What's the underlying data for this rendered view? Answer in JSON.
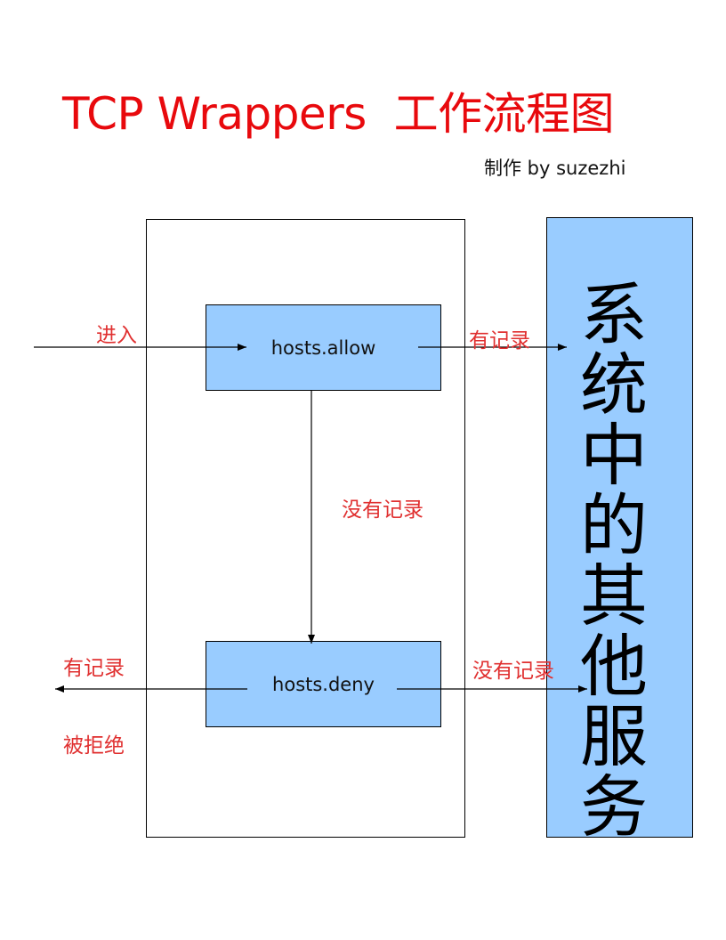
{
  "title": {
    "latin": "TCP Wrappers",
    "cjk": "工作流程图"
  },
  "credit": "制作 by suzezhi",
  "nodes": {
    "allow": "hosts.allow",
    "deny": "hosts.deny",
    "service": "系统中的其他服务"
  },
  "edges": {
    "enter": "进入",
    "allow_matched": "有记录",
    "allow_unmatched": "没有记录",
    "deny_matched": "有记录",
    "deny_rejected": "被拒绝",
    "deny_unmatched": "没有记录"
  },
  "colors": {
    "title": "#e8090d",
    "node_fill": "#99ccff",
    "edge_label": "#e03030"
  }
}
